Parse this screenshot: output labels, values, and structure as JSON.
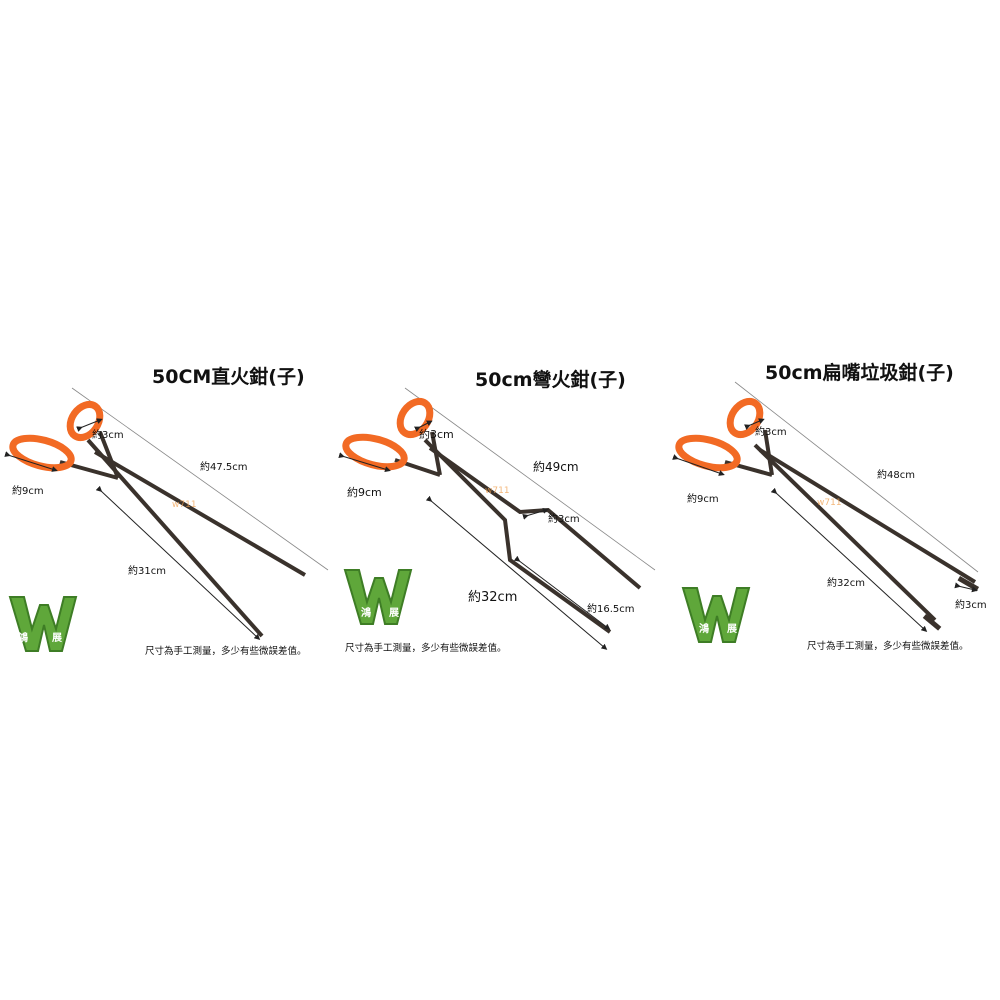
{
  "colors": {
    "handle": "#f26a24",
    "rod": "#3a322c",
    "grass": "#5fa73a",
    "grass_dark": "#3e7d25",
    "dim": "#777777"
  },
  "panels": [
    {
      "title": "50CM直火鉗(子)",
      "labels": {
        "grip_gap": "約3cm",
        "handle_width": "約9cm",
        "total_length": "約47.5cm",
        "arm_length": "約31cm"
      },
      "watermark": "w711",
      "logo": {
        "icon": "grass-w-logo-icon",
        "chars": [
          "鴻",
          "展"
        ]
      },
      "note": "尺寸為手工測量，多少有些微誤差值。"
    },
    {
      "title": "50cm彎火鉗(子)",
      "labels": {
        "grip_gap": "約3cm",
        "handle_width": "約9cm",
        "total_length": "約49cm",
        "bend_gap": "約3cm",
        "arm_length": "約32cm",
        "tip_length": "約16.5cm"
      },
      "watermark": "w711",
      "logo": {
        "icon": "grass-w-logo-icon",
        "chars": [
          "鴻",
          "展"
        ]
      },
      "note": "尺寸為手工測量，多少有些微誤差值。"
    },
    {
      "title": "50cm扁嘴垃圾鉗(子)",
      "labels": {
        "grip_gap": "約3cm",
        "handle_width": "約9cm",
        "total_length": "約48cm",
        "arm_length": "約32cm",
        "tip_width": "約3cm"
      },
      "watermark": "w711",
      "logo": {
        "icon": "grass-w-logo-icon",
        "chars": [
          "鴻",
          "展"
        ]
      },
      "note": "尺寸為手工測量，多少有些微誤差值。"
    }
  ]
}
